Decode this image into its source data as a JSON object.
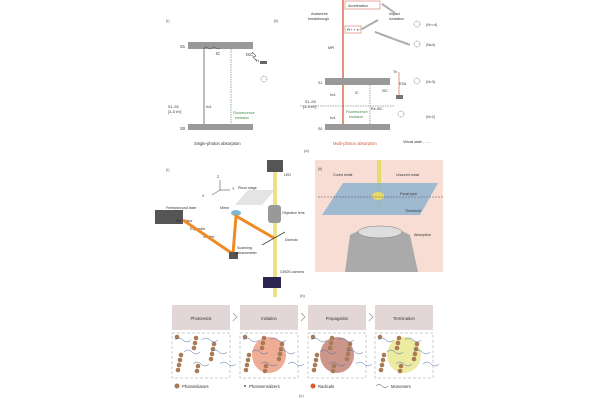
{
  "panel_a": {
    "label": "(a)",
    "sub_i": {
      "label": "(i)",
      "s1": "S1",
      "s0": "S0",
      "ic": "IC",
      "isc": "ISC",
      "t1": "T1",
      "hv": "hν1",
      "gap": "S1–S0",
      "gap_energy": "[3–5 eV]",
      "fluor_1": "Fluorescence",
      "fluor_2": "emission",
      "caption": "Single-photon absorption"
    },
    "sub_ii": {
      "label": "(ii)",
      "acceleration": "Acceleration",
      "avalanche_1": "Avalanche",
      "avalanche_2": "breakthrough",
      "pi_e": "PI+ + e−",
      "impact_1": "Impact",
      "impact_2": "ionization",
      "mpi": "MPI",
      "n_ge4": "(N>=4)",
      "n_le4": "(N≤4)",
      "n3": "(N=3)",
      "n2": "(N=2)",
      "s1": "S1",
      "s0": "S0",
      "ic": "IC",
      "isc": "ISC",
      "reisc": "Re-ISC",
      "esa": "ESA",
      "t1": "T1",
      "tn": "Tn",
      "hv1": "hν1",
      "hv2": "hν1",
      "gap": "S1–S0",
      "gap_energy": "[3–5 eV]",
      "fluor_1": "Fluorescence",
      "fluor_2": "emission",
      "caption": "Multi-photon absorption",
      "virtual": "Virtual state - - - -"
    }
  },
  "panel_b": {
    "label": "(b)",
    "sub_i": "(i)",
    "sub_ii": "(ii)",
    "axes": {
      "z": "Z",
      "y": "Y",
      "x": "X"
    },
    "led": "LED",
    "piezo": "Piezo stage",
    "objective": "Objective lens",
    "laser": "Femtosecond laser",
    "mirror": "Mirror",
    "attenuator": "Attenuator",
    "expander": "Expander",
    "shutter": "Shutter",
    "scanning_1": "Scanning",
    "scanning_2": "galvanometer",
    "dichroic": "Dichroic",
    "cmos": "CMOS camera",
    "cured": "Cured resist",
    "uncured": "Uncured resist",
    "focal": "Focal spot",
    "threshold": "Threshold",
    "absorption": "Absorption"
  },
  "panel_c": {
    "label": "(c)",
    "stages": [
      "Photoresist",
      "Initiation",
      "Propagation",
      "Termination"
    ],
    "legend": [
      "Photoinitiators",
      "Photosensitizers",
      "Radicals",
      "Monomers"
    ]
  },
  "colors": {
    "accent": "#d2553a",
    "green": "#3f8a4a",
    "beam": "#f08a24",
    "yellow": "#e8d96a"
  }
}
